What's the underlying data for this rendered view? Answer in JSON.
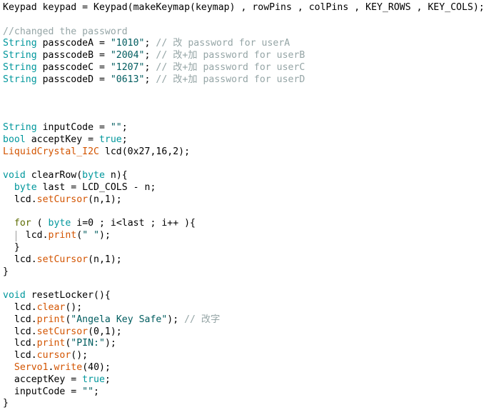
{
  "colors": {
    "plain": "#000000",
    "type": "#00979c",
    "string": "#005c5f",
    "comment": "#95a5a6",
    "function": "#d35400",
    "keyword": "#5e6d03",
    "guide": "#9a9a9a"
  },
  "code": {
    "lines": [
      [
        {
          "t": "Keypad keypad = Keypad(makeKeymap(keymap) , rowPins , colPins , KEY_ROWS , KEY_COLS);",
          "c": "plain"
        }
      ],
      [],
      [
        {
          "t": "//changed the password",
          "c": "comment"
        }
      ],
      [
        {
          "t": "String",
          "c": "type"
        },
        {
          "t": " passcodeA = ",
          "c": "plain"
        },
        {
          "t": "\"1010\"",
          "c": "string"
        },
        {
          "t": "; ",
          "c": "plain"
        },
        {
          "t": "// 改 password for userA",
          "c": "comment"
        }
      ],
      [
        {
          "t": "String",
          "c": "type"
        },
        {
          "t": " passcodeB = ",
          "c": "plain"
        },
        {
          "t": "\"2004\"",
          "c": "string"
        },
        {
          "t": "; ",
          "c": "plain"
        },
        {
          "t": "// 改+加 password for userB",
          "c": "comment"
        }
      ],
      [
        {
          "t": "String",
          "c": "type"
        },
        {
          "t": " passcodeC = ",
          "c": "plain"
        },
        {
          "t": "\"1207\"",
          "c": "string"
        },
        {
          "t": "; ",
          "c": "plain"
        },
        {
          "t": "// 改+加 password for userC",
          "c": "comment"
        }
      ],
      [
        {
          "t": "String",
          "c": "type"
        },
        {
          "t": " passcodeD = ",
          "c": "plain"
        },
        {
          "t": "\"0613\"",
          "c": "string"
        },
        {
          "t": "; ",
          "c": "plain"
        },
        {
          "t": "// 改+加 password for userD",
          "c": "comment"
        }
      ],
      [],
      [],
      [],
      [
        {
          "t": "String",
          "c": "type"
        },
        {
          "t": " inputCode = ",
          "c": "plain"
        },
        {
          "t": "\"\"",
          "c": "string"
        },
        {
          "t": ";",
          "c": "plain"
        }
      ],
      [
        {
          "t": "bool",
          "c": "type"
        },
        {
          "t": " acceptKey = ",
          "c": "plain"
        },
        {
          "t": "true",
          "c": "type"
        },
        {
          "t": ";",
          "c": "plain"
        }
      ],
      [
        {
          "t": "LiquidCrystal_I2C",
          "c": "function"
        },
        {
          "t": " lcd(0x27,16,2);",
          "c": "plain"
        }
      ],
      [],
      [
        {
          "t": "void",
          "c": "type"
        },
        {
          "t": " clearRow(",
          "c": "plain"
        },
        {
          "t": "byte",
          "c": "type"
        },
        {
          "t": " n){",
          "c": "plain"
        }
      ],
      [
        {
          "t": "  ",
          "c": "plain"
        },
        {
          "t": "byte",
          "c": "type"
        },
        {
          "t": " last = LCD_COLS - n;",
          "c": "plain"
        }
      ],
      [
        {
          "t": "  lcd.",
          "c": "plain"
        },
        {
          "t": "setCursor",
          "c": "function"
        },
        {
          "t": "(n,1);",
          "c": "plain"
        }
      ],
      [],
      [
        {
          "t": "  ",
          "c": "plain"
        },
        {
          "t": "for",
          "c": "keyword"
        },
        {
          "t": " ( ",
          "c": "plain"
        },
        {
          "t": "byte",
          "c": "type"
        },
        {
          "t": " i=0 ; i<last ; i++ ){",
          "c": "plain"
        }
      ],
      [
        {
          "t": "    lcd.",
          "c": "plain"
        },
        {
          "t": "print",
          "c": "function"
        },
        {
          "t": "(",
          "c": "plain"
        },
        {
          "t": "\" \"",
          "c": "string"
        },
        {
          "t": ");",
          "c": "plain"
        }
      ],
      [
        {
          "t": "  }",
          "c": "plain"
        }
      ],
      [
        {
          "t": "  lcd.",
          "c": "plain"
        },
        {
          "t": "setCursor",
          "c": "function"
        },
        {
          "t": "(n,1);",
          "c": "plain"
        }
      ],
      [
        {
          "t": "}",
          "c": "plain"
        }
      ],
      [],
      [
        {
          "t": "void",
          "c": "type"
        },
        {
          "t": " resetLocker(){",
          "c": "plain"
        }
      ],
      [
        {
          "t": "  lcd.",
          "c": "plain"
        },
        {
          "t": "clear",
          "c": "function"
        },
        {
          "t": "();",
          "c": "plain"
        }
      ],
      [
        {
          "t": "  lcd.",
          "c": "plain"
        },
        {
          "t": "print",
          "c": "function"
        },
        {
          "t": "(",
          "c": "plain"
        },
        {
          "t": "\"Angela Key Safe\"",
          "c": "string"
        },
        {
          "t": "); ",
          "c": "plain"
        },
        {
          "t": "// 改字",
          "c": "comment"
        }
      ],
      [
        {
          "t": "  lcd.",
          "c": "plain"
        },
        {
          "t": "setCursor",
          "c": "function"
        },
        {
          "t": "(0,1);",
          "c": "plain"
        }
      ],
      [
        {
          "t": "  lcd.",
          "c": "plain"
        },
        {
          "t": "print",
          "c": "function"
        },
        {
          "t": "(",
          "c": "plain"
        },
        {
          "t": "\"PIN:\"",
          "c": "string"
        },
        {
          "t": ");",
          "c": "plain"
        }
      ],
      [
        {
          "t": "  lcd.",
          "c": "plain"
        },
        {
          "t": "cursor",
          "c": "function"
        },
        {
          "t": "();",
          "c": "plain"
        }
      ],
      [
        {
          "t": "  ",
          "c": "plain"
        },
        {
          "t": "Servo1",
          "c": "function"
        },
        {
          "t": ".",
          "c": "plain"
        },
        {
          "t": "write",
          "c": "function"
        },
        {
          "t": "(40);",
          "c": "plain"
        }
      ],
      [
        {
          "t": "  acceptKey = ",
          "c": "plain"
        },
        {
          "t": "true",
          "c": "type"
        },
        {
          "t": ";",
          "c": "plain"
        }
      ],
      [
        {
          "t": "  inputCode = ",
          "c": "plain"
        },
        {
          "t": "\"\"",
          "c": "string"
        },
        {
          "t": ";",
          "c": "plain"
        }
      ],
      [
        {
          "t": "}",
          "c": "plain"
        }
      ]
    ]
  }
}
